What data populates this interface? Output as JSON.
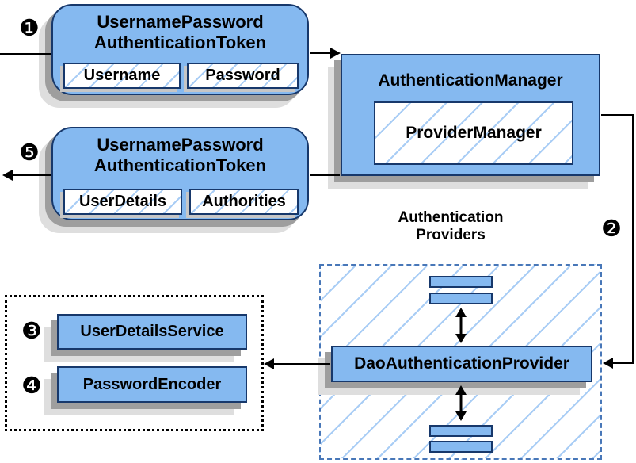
{
  "colors": {
    "box_fill": "#85B9F0",
    "box_border": "#17386B",
    "hatch_line": "#A9CDF5",
    "dashed_border": "#4877B8",
    "arrow": "#000000"
  },
  "steps": {
    "one": "❶",
    "two": "❷",
    "three": "❸",
    "four": "❹",
    "five": "❺"
  },
  "request_token": {
    "title_line1": "UsernamePassword",
    "title_line2": "AuthenticationToken",
    "fields": [
      "Username",
      "Password"
    ]
  },
  "auth_manager": {
    "title": "AuthenticationManager",
    "provider_manager": "ProviderManager"
  },
  "response_token": {
    "title_line1": "UsernamePassword",
    "title_line2": "AuthenticationToken",
    "fields": [
      "UserDetails",
      "Authorities"
    ]
  },
  "providers_group": {
    "label_line1": "Authentication",
    "label_line2": "Providers",
    "dao_provider": "DaoAuthenticationProvider"
  },
  "services": {
    "user_details_service": "UserDetailsService",
    "password_encoder": "PasswordEncoder"
  }
}
